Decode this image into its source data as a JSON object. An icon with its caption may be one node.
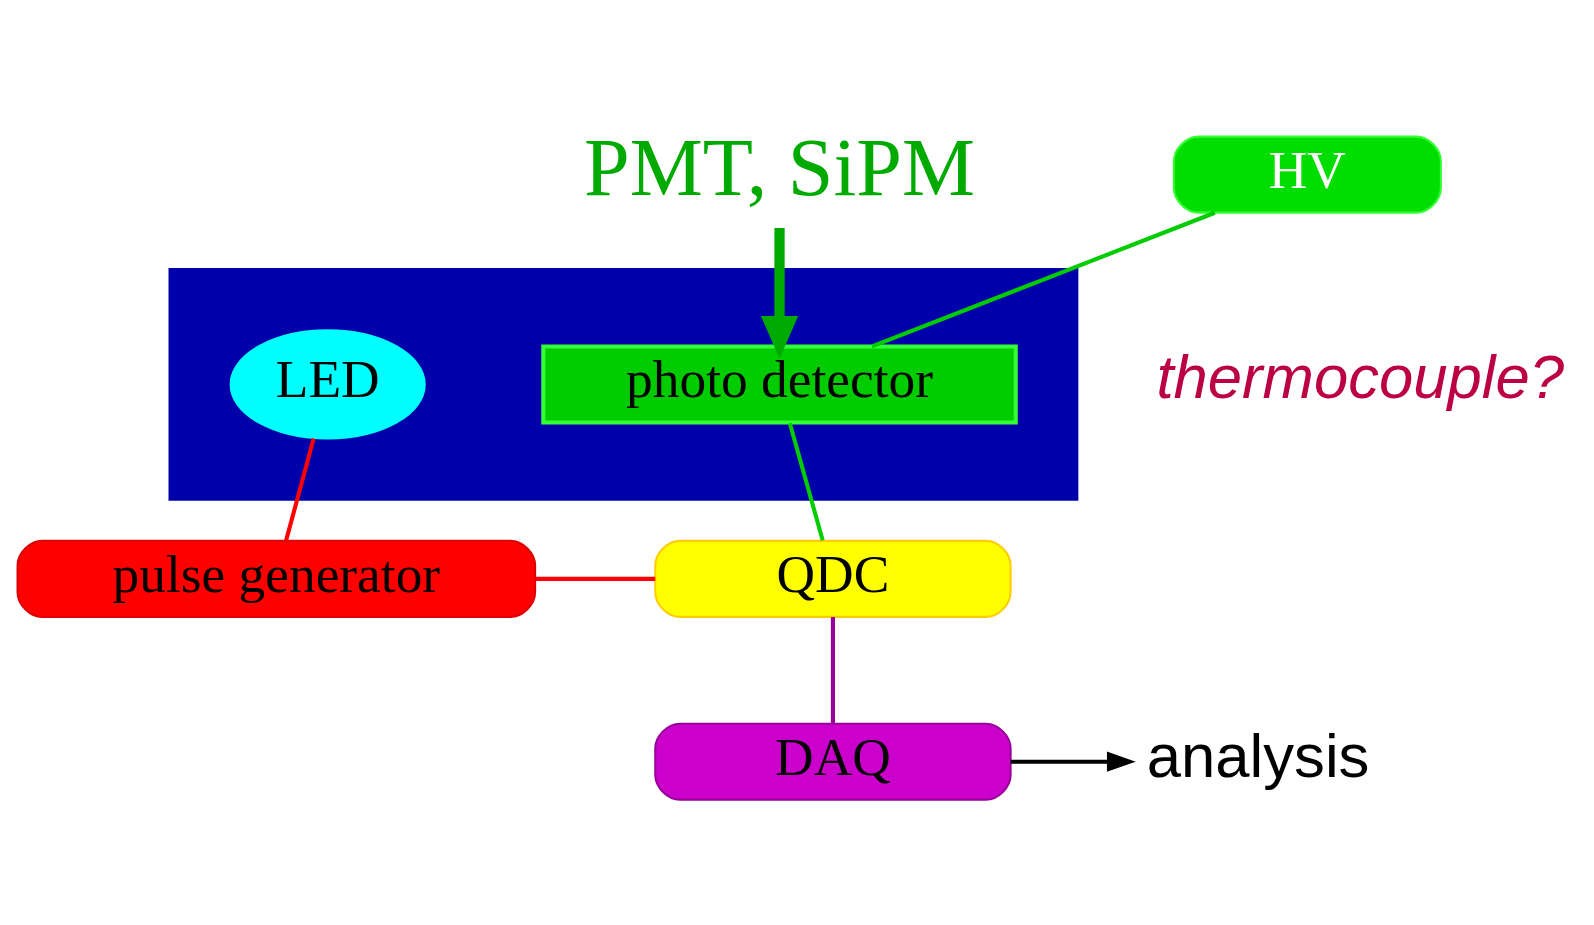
{
  "diagram": {
    "nodes": [
      {
        "text": [
          "PMT, SiPM"
        ]
      },
      {
        "text": [],
        "shape": "box"
      },
      {
        "text": [
          "LED"
        ],
        "in": 1
      },
      {
        "text": [
          "photo detector"
        ],
        "in": 1
      },
      {
        "text": [
          "HV"
        ]
      },
      {
        "text": [
          "pulse generator"
        ]
      },
      {
        "text": [
          "QDC"
        ]
      },
      {
        "text": [
          "DAQ"
        ]
      },
      {
        "text": [
          "analysis"
        ]
      }
    ],
    "edges": [
      {
        "from": 0,
        "to": 3,
        "arrow": "to",
        "style": "thick",
        "color": "#00aa00"
      },
      {
        "from": 4,
        "to": 3,
        "arrow": "none",
        "color": "#00cc00"
      },
      {
        "from": 3,
        "to": 6,
        "arrow": "none",
        "color": "#00cc00"
      },
      {
        "from": 2,
        "to": 5,
        "arrow": "none",
        "color": "#ff0000"
      },
      {
        "from": 5,
        "to": 6,
        "arrow": "none",
        "color": "#ff0000"
      },
      {
        "from": 6,
        "to": 7,
        "arrow": "none",
        "color": "#990099"
      },
      {
        "from": 7,
        "to": 8,
        "arrow": "to",
        "color": "#000000"
      }
    ],
    "labels": [
      "thermocouple?"
    ]
  }
}
